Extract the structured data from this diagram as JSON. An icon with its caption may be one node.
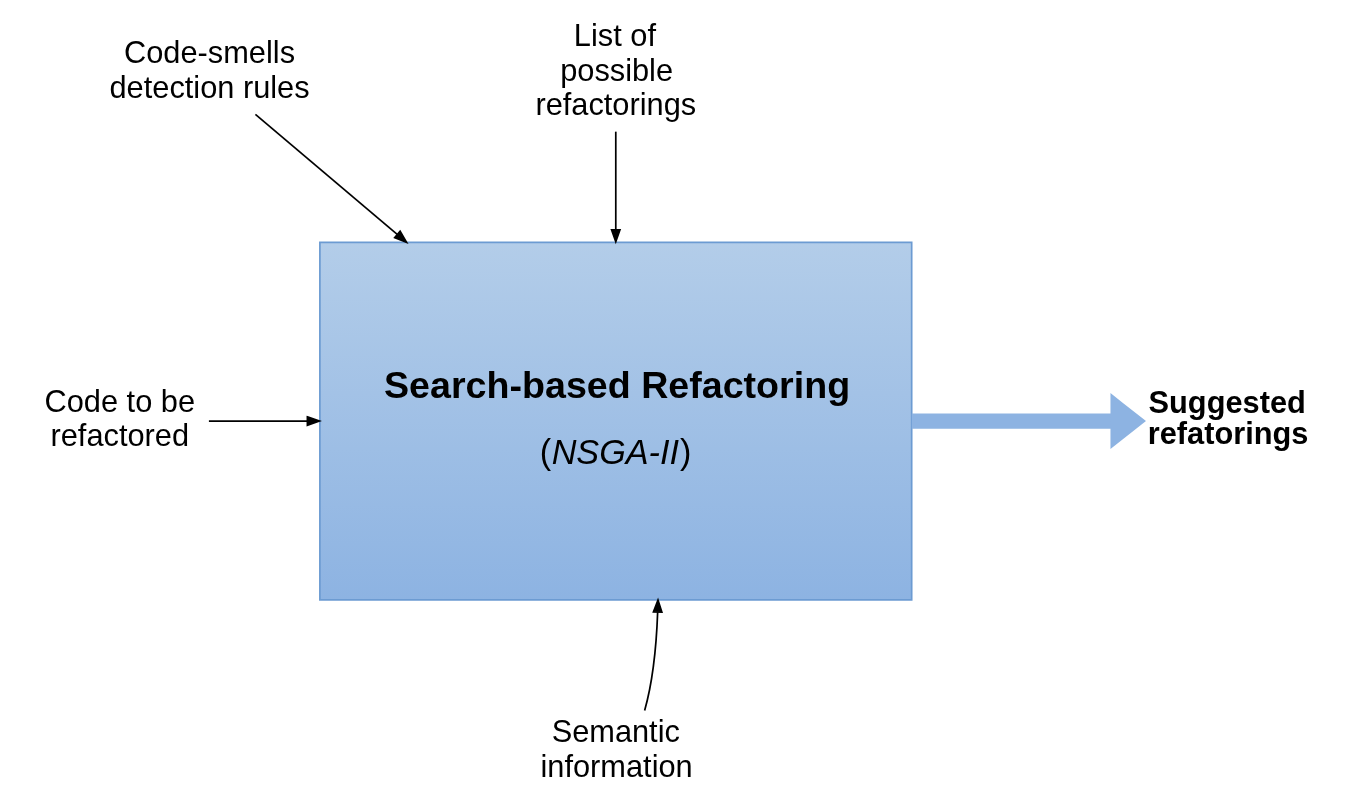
{
  "diagram": {
    "nodes": [
      {
        "text": [
          "Code-smells detection rules"
        ]
      },
      {
        "text": [
          "List of possible refactorings"
        ]
      },
      {
        "text": [
          "Code to be refactored"
        ]
      },
      {
        "text": [
          "Search-based Refactoring",
          "(*NSGA-II*)"
        ]
      },
      {
        "text": [
          "Suggested refatorings"
        ]
      },
      {
        "text": [
          "Semantic information"
        ]
      }
    ],
    "edges": [
      {
        "from": 0,
        "to": 3,
        "arrow": "to"
      },
      {
        "from": 1,
        "to": 3,
        "arrow": "to"
      },
      {
        "from": 2,
        "to": 3,
        "arrow": "to"
      },
      {
        "from": 5,
        "to": 3,
        "arrow": "to"
      },
      {
        "from": 3,
        "to": 4,
        "arrow": "to",
        "style": "thick",
        "color": "#8db3e2"
      }
    ]
  }
}
